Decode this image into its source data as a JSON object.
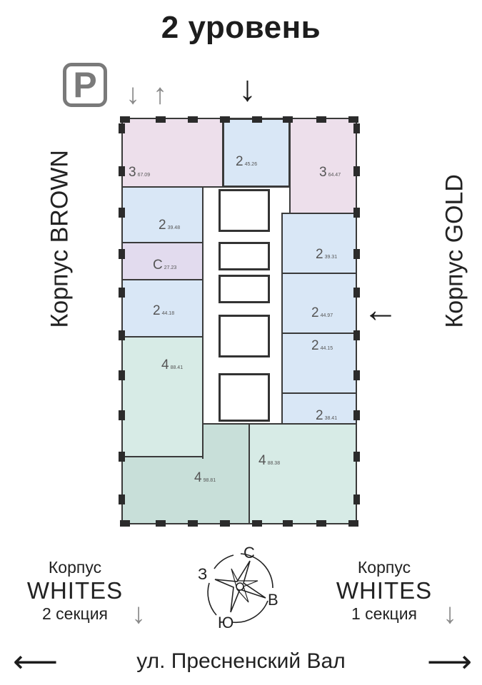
{
  "title": "2 уровень",
  "parking": {
    "icon_letter": "P"
  },
  "arrows": {
    "parking_down": "↓",
    "parking_up": "↑",
    "top_entrance": "↓",
    "right_entrance": "←",
    "street_left": "⟵",
    "street_right": "⟶",
    "whites2_down": "↓",
    "whites1_down": "↓"
  },
  "buildings": {
    "left": "Корпус BROWN",
    "right": "Корпус GOLD",
    "whites2": {
      "line1": "Корпус",
      "line2": "WHITES",
      "line3": "2 секция"
    },
    "whites1": {
      "line1": "Корпус",
      "line2": "WHITES",
      "line3": "1 секция"
    }
  },
  "compass": {
    "north": "С",
    "east": "В",
    "south": "Ю",
    "west": "З"
  },
  "street": "ул. Пресненский Вал",
  "apartments": [
    {
      "rooms": "3",
      "area": "67.09",
      "color": "#eddfeb"
    },
    {
      "rooms": "2",
      "area": "45.26",
      "color": "#d9e7f6"
    },
    {
      "rooms": "3",
      "area": "64.47",
      "color": "#eddfeb"
    },
    {
      "rooms": "2",
      "area": "39.48",
      "color": "#d9e7f6"
    },
    {
      "rooms": "С",
      "area": "27.23",
      "color": "#e2dbee"
    },
    {
      "rooms": "2",
      "area": "44.18",
      "color": "#d9e7f6"
    },
    {
      "rooms": "2",
      "area": "39.31",
      "color": "#d9e7f6"
    },
    {
      "rooms": "2",
      "area": "44.97",
      "color": "#d9e7f6"
    },
    {
      "rooms": "2",
      "area": "44.15",
      "color": "#d9e7f6"
    },
    {
      "rooms": "4",
      "area": "88.41",
      "color": "#d7ebe6"
    },
    {
      "rooms": "2",
      "area": "38.41",
      "color": "#d9e7f6"
    },
    {
      "rooms": "4",
      "area": "98.81",
      "color": "#c8dfd9"
    },
    {
      "rooms": "4",
      "area": "88.38",
      "color": "#d7ebe6"
    }
  ]
}
